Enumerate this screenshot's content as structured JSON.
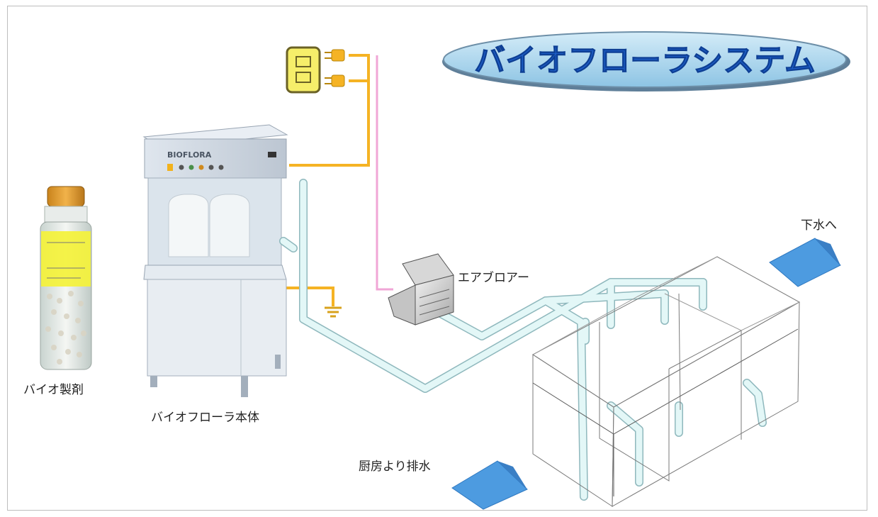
{
  "title": "バイオフローラシステム",
  "labels": {
    "bio_agent": "バイオ製剤",
    "main_unit": "バイオフローラ本体",
    "air_blower": "エアブロアー",
    "to_sewer": "下水へ",
    "kitchen_drain": "厨房より排水"
  },
  "unit_brand": "BIOFLORA",
  "colors": {
    "title_fill": "#1e5fc9",
    "title_oval": "#a9d3ec",
    "pipe": "#d6f3f3",
    "power_line": "#f5b324",
    "air_line": "#f0a6d6",
    "arrow": "#4d9be0",
    "bottle_label": "#f4f23a"
  }
}
